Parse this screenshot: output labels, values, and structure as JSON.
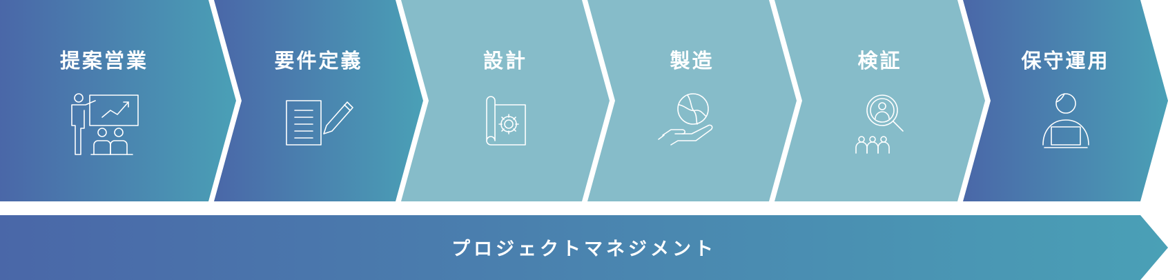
{
  "colors": {
    "dark_gradient_start": "#4a67a8",
    "dark_gradient_end": "#4aa0b6",
    "light_fill": "#86bcc9",
    "icon_stroke": "#ffffff",
    "label": "#ffffff"
  },
  "steps": [
    {
      "label": "提案営業",
      "icon": "presentation-icon",
      "style": "dark"
    },
    {
      "label": "要件定義",
      "icon": "document-pencil-icon",
      "style": "dark"
    },
    {
      "label": "設計",
      "icon": "blueprint-gear-icon",
      "style": "light"
    },
    {
      "label": "製造",
      "icon": "globe-in-hand-icon",
      "style": "light"
    },
    {
      "label": "検証",
      "icon": "magnifier-people-icon",
      "style": "light"
    },
    {
      "label": "保守運用",
      "icon": "person-laptop-icon",
      "style": "dark"
    }
  ],
  "bottom_bar": {
    "label": "プロジェクトマネジメント"
  }
}
